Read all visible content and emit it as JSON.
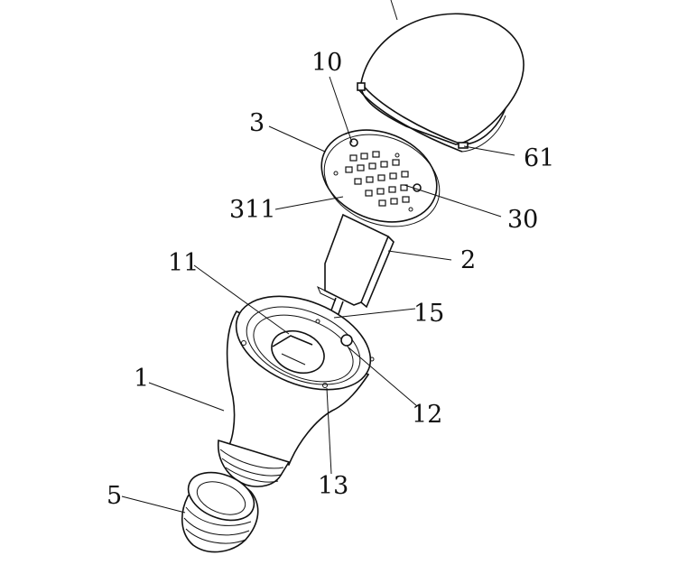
{
  "diagram": {
    "labels": {
      "l10": "10",
      "l3": "3",
      "l61": "61",
      "l311": "311",
      "l30": "30",
      "l2": "2",
      "l11": "11",
      "l15": "15",
      "l1": "1",
      "l12": "12",
      "l13": "13",
      "l5": "5"
    }
  }
}
